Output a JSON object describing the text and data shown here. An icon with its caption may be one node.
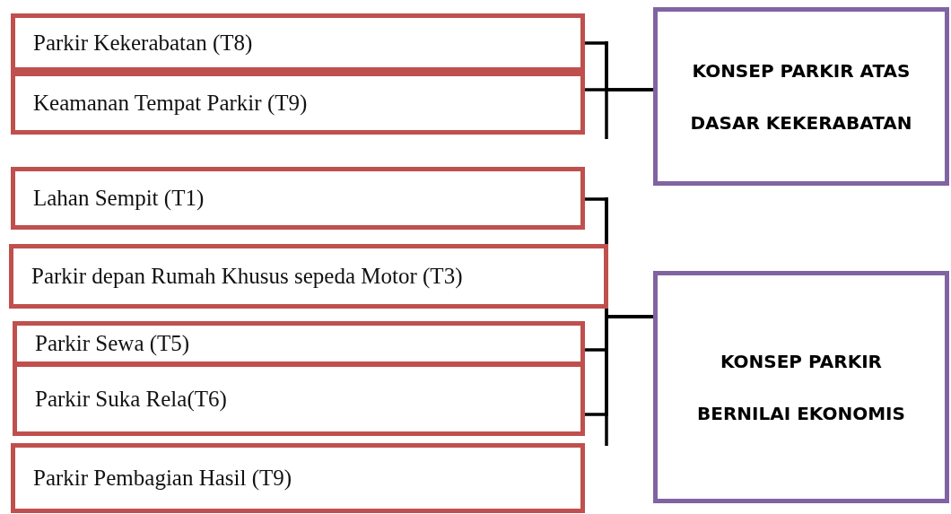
{
  "diagram": {
    "nodes": [
      {
        "text": [
          "Parkir Kekerabatan  (T8)"
        ]
      },
      {
        "text": [
          "Keamanan Tempat Parkir  (T9)"
        ]
      },
      {
        "text": [
          "KONSEP PARKIR ATAS DASAR KEKERABATAN"
        ]
      },
      {
        "text": [
          "Lahan Sempit (T1)"
        ]
      },
      {
        "text": [
          "Parkir depan Rumah Khusus sepeda Motor (T3)"
        ]
      },
      {
        "text": [
          "Parkir Sewa (T5)"
        ]
      },
      {
        "text": [
          "Parkir Suka Rela(T6)"
        ]
      },
      {
        "text": [
          "Parkir Pembagian Hasil (T9)"
        ]
      },
      {
        "text": [
          "KONSEP PARKIR BERNILAI EKONOMIS"
        ]
      }
    ],
    "edges": [
      {
        "from": 0,
        "to": 2,
        "arrow": "none"
      },
      {
        "from": 1,
        "to": 2,
        "arrow": "none"
      },
      {
        "from": 3,
        "to": 8,
        "arrow": "none"
      },
      {
        "from": 4,
        "to": 8,
        "arrow": "none"
      },
      {
        "from": 5,
        "to": 8,
        "arrow": "none"
      },
      {
        "from": 6,
        "to": 8,
        "arrow": "none"
      }
    ]
  }
}
